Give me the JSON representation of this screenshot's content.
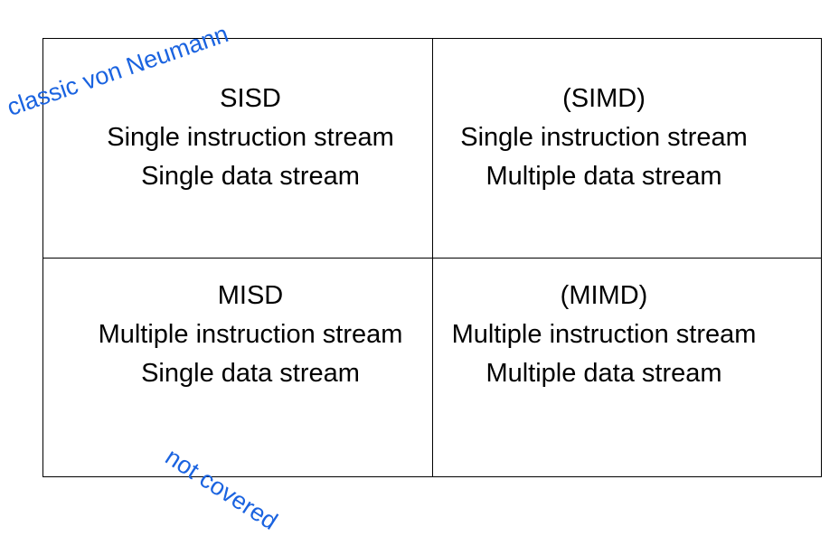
{
  "quadrants": {
    "top_left": {
      "title": "SISD",
      "line1": "Single instruction stream",
      "line2": "Single data stream"
    },
    "top_right": {
      "title": "(SIMD)",
      "line1": "Single instruction stream",
      "line2": "Multiple data stream"
    },
    "bottom_left": {
      "title": "MISD",
      "line1": "Multiple instruction stream",
      "line2": "Single data stream"
    },
    "bottom_right": {
      "title": "(MIMD)",
      "line1": "Multiple instruction stream",
      "line2": "Multiple data stream"
    }
  },
  "annotations": {
    "classic": "classic von Neumann",
    "not_covered": "not covered"
  },
  "colors": {
    "annotation": "#1a63e0",
    "text": "#000000",
    "lines": "#000000"
  }
}
